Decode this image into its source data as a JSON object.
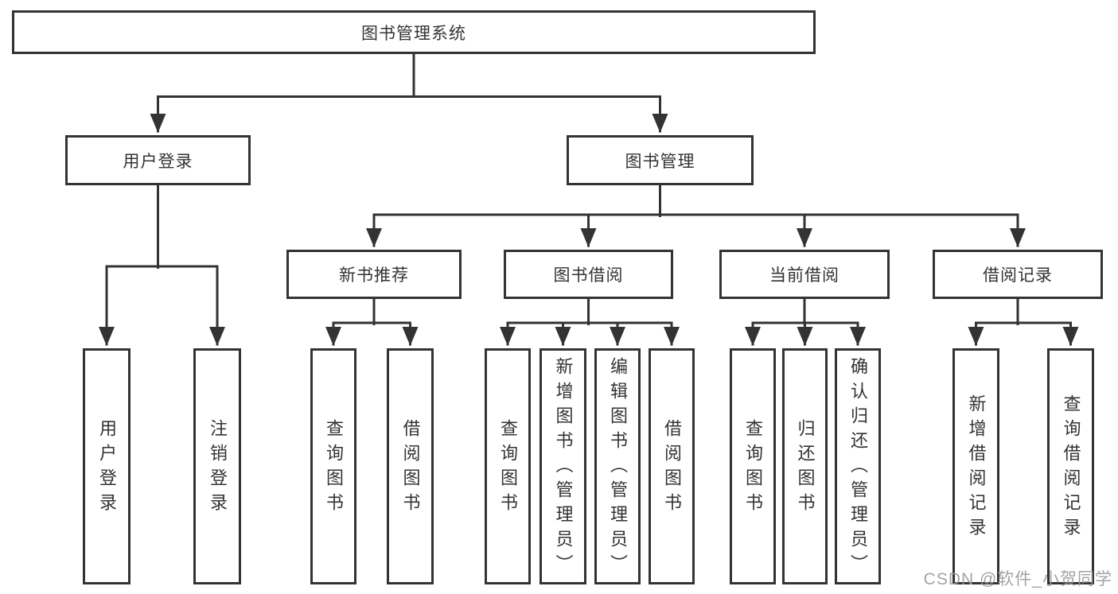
{
  "diagram": {
    "type": "hierarchy-tree",
    "root": {
      "label": "图书管理系统",
      "children": [
        {
          "label": "用户登录",
          "children": [
            {
              "label": "用户登录"
            },
            {
              "label": "注销登录"
            }
          ]
        },
        {
          "label": "图书管理",
          "children": [
            {
              "label": "新书推荐",
              "children": [
                {
                  "label": "查询图书"
                },
                {
                  "label": "借阅图书"
                }
              ]
            },
            {
              "label": "图书借阅",
              "children": [
                {
                  "label": "查询图书"
                },
                {
                  "label": "新增图书（管理员）"
                },
                {
                  "label": "编辑图书（管理员）"
                },
                {
                  "label": "借阅图书"
                }
              ]
            },
            {
              "label": "当前借阅",
              "children": [
                {
                  "label": "查询图书"
                },
                {
                  "label": "归还图书"
                },
                {
                  "label": "确认归还（管理员）"
                }
              ]
            },
            {
              "label": "借阅记录",
              "children": [
                {
                  "label": "新增借阅记录"
                },
                {
                  "label": "查询借阅记录"
                }
              ]
            }
          ]
        }
      ]
    }
  },
  "watermark": {
    "text": "CSDN @软件_小贺同学"
  },
  "colors": {
    "line": "#333333",
    "box_border": "#333333",
    "text": "#333333",
    "watermark": "#9b9b9b",
    "background": "#ffffff"
  }
}
